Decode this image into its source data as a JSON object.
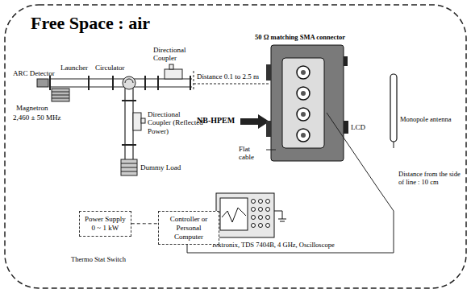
{
  "diagram": {
    "title": "Free Space : air",
    "nodes": [
      {
        "text": [
          "Power Supply",
          "0 ~ 1 kW"
        ]
      },
      {
        "text": [
          "Controller or Personal Computer"
        ]
      }
    ],
    "edges": [
      {
        "from": 0,
        "to": 1,
        "arrow": "none"
      }
    ],
    "labels": [
      "Directional Coupler",
      "ARC Detector",
      "Launcher",
      "Circulator",
      "Magnetron",
      "2,460 ± 50 MHz",
      "Directional Coupler (Reflected Power)",
      "Dummy Load",
      "NB-HPEM",
      "Distance 0.1 to 2.5 m",
      "50 Ω matching SMA connector",
      "Flat cable",
      "LCD",
      "Monopole antenna",
      "Distance from the side of line : 10 cm",
      "Tektronix, TDS 7404B, 4 GHz, Oscilloscope",
      "Thermo Stat Switch"
    ]
  }
}
